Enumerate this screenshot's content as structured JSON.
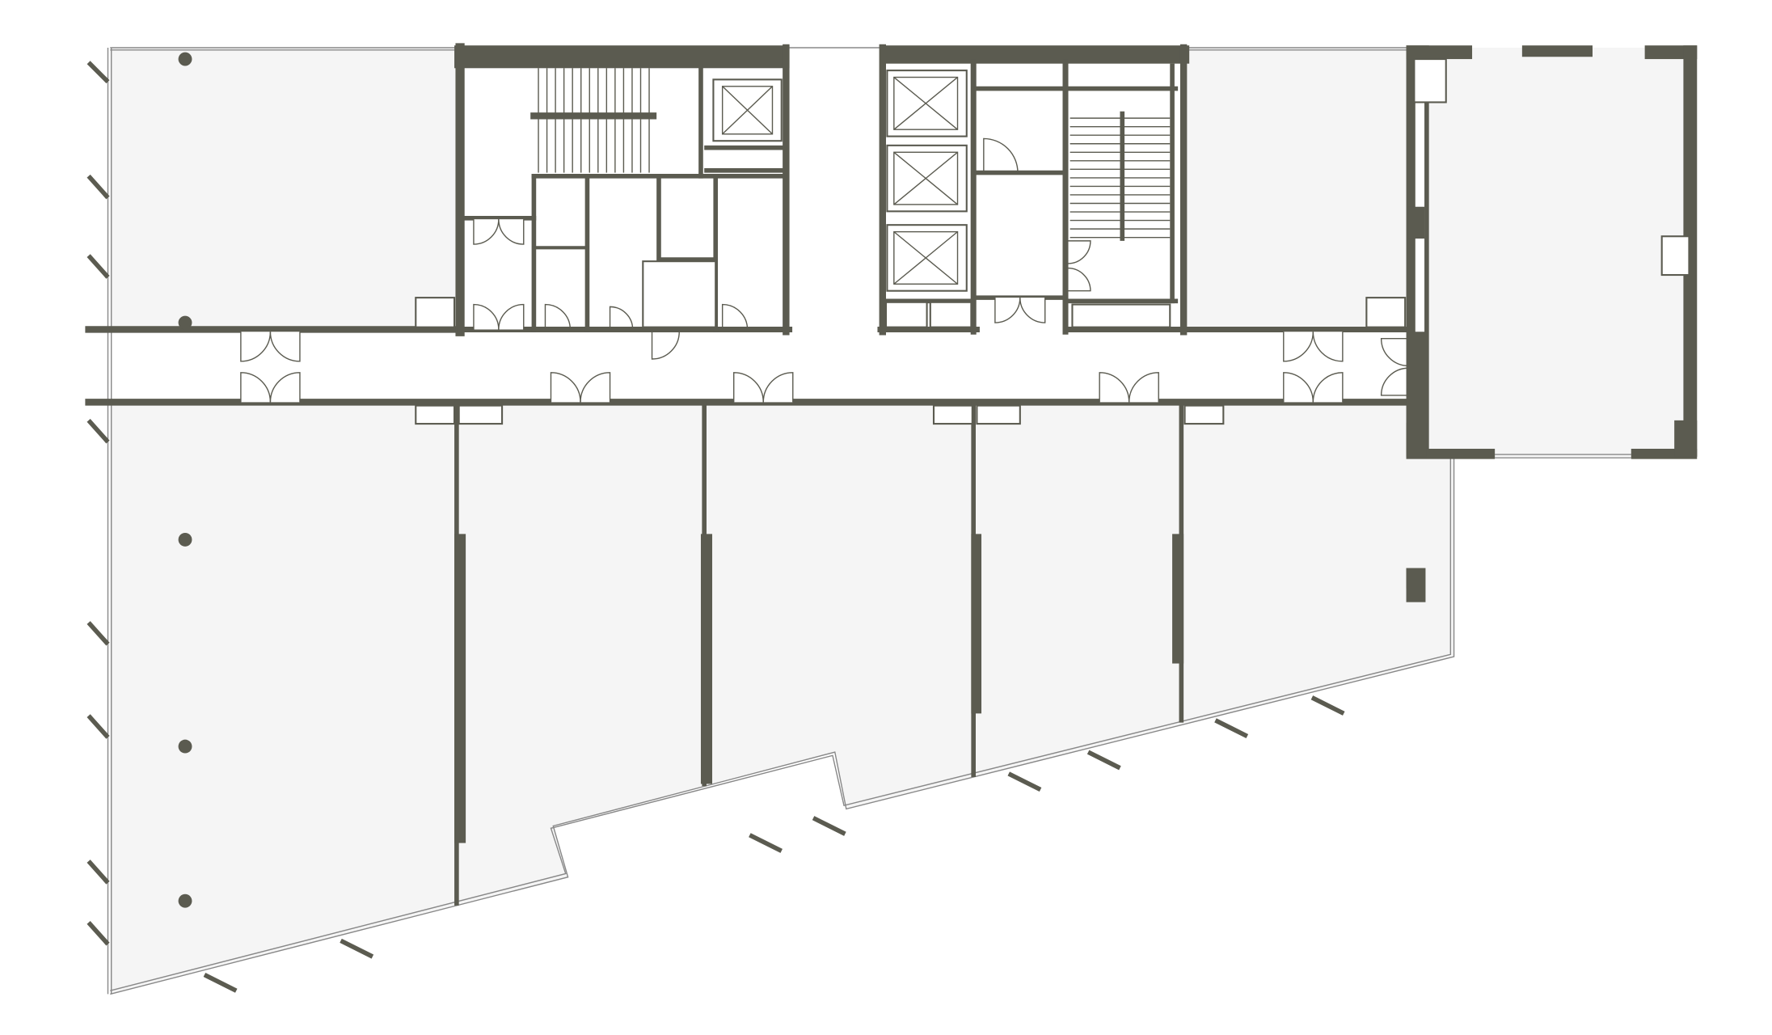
{
  "plan": {
    "wall_color": "#5b5b50",
    "room_fill": "#f5f5f5",
    "background": "#ffffff",
    "elements": {
      "columns": 5,
      "elevators": 4,
      "stairs": 2
    }
  }
}
